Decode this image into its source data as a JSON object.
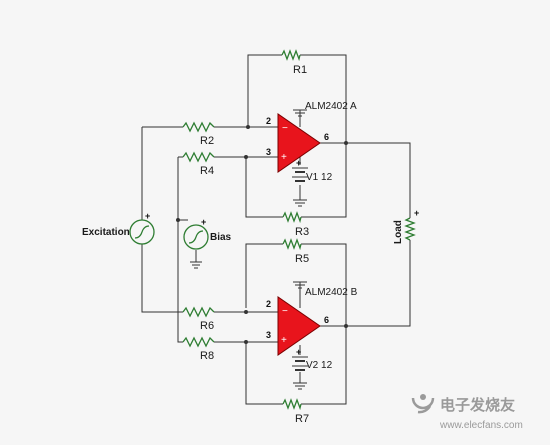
{
  "components": {
    "R1": "R1",
    "R2": "R2",
    "R3": "R3",
    "R4": "R4",
    "R5": "R5",
    "R6": "R6",
    "R7": "R7",
    "R8": "R8",
    "load": "Load",
    "excitation": "Excitation",
    "bias": "Bias",
    "opamp_a": "ALM2402 A",
    "opamp_b": "ALM2402 B",
    "v1": "V1 12",
    "v2": "V2 12"
  },
  "pins": {
    "a_inv": "2",
    "a_noninv": "3",
    "a_out": "6",
    "b_inv": "2",
    "b_noninv": "3",
    "b_out": "6",
    "plus": "+"
  },
  "watermark": {
    "brand": "电子发烧友",
    "url": "www.elecfans.com"
  },
  "colors": {
    "wire": "#333333",
    "resistor": "#2e7d32",
    "opamp_fill": "#e8141c",
    "opamp_stroke": "#7a0000",
    "source": "#2e7d32",
    "watermark": "#9a9a9a"
  }
}
